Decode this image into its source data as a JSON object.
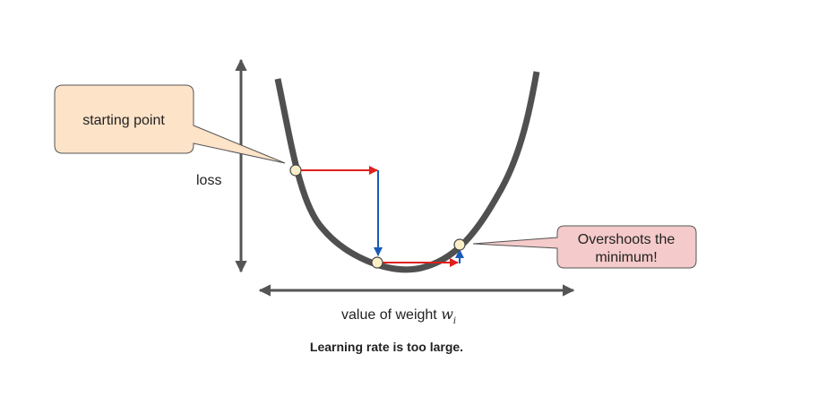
{
  "callouts": {
    "starting_point": "starting point",
    "overshoot_line1": "Overshoots the",
    "overshoot_line2": "minimum!"
  },
  "axes": {
    "y_label": "loss",
    "x_label_text": "value of weight ",
    "x_label_var": "w",
    "x_label_sub": "i"
  },
  "caption": "Learning rate is too large.",
  "colors": {
    "curve": "#505050",
    "axis": "#555555",
    "step_arrow": "#e0201c",
    "drop_arrow": "#1a5ab8",
    "point_fill": "#fcefc7",
    "start_callout_fill": "#fde3c8",
    "overshoot_callout_fill": "#f5caca"
  }
}
